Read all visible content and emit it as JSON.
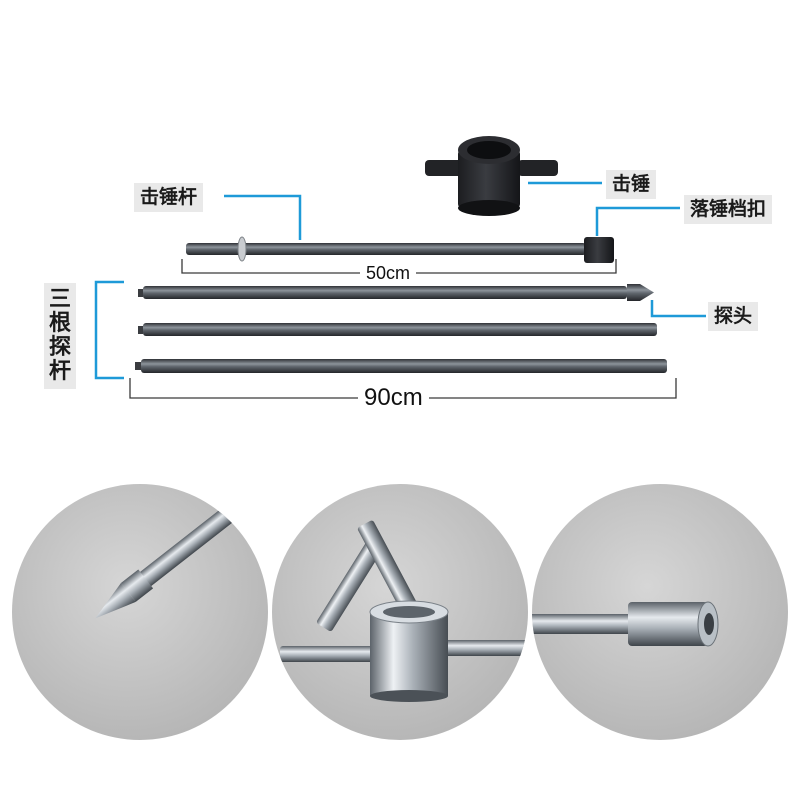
{
  "labels": {
    "hammer_rod": "击锤杆",
    "hammer": "击锤",
    "drop_stop": "落锤档扣",
    "probe_head": "探头",
    "three_rods": "三根探杆"
  },
  "dimensions": {
    "short": "50cm",
    "long": "90cm"
  },
  "colors": {
    "callout_line": "#1e9ad8",
    "label_bg": "#e9e9e9",
    "steel_dark": "#3b3d42",
    "steel_light": "#9aa1a7",
    "circle_bg": "#c8c8c8"
  }
}
